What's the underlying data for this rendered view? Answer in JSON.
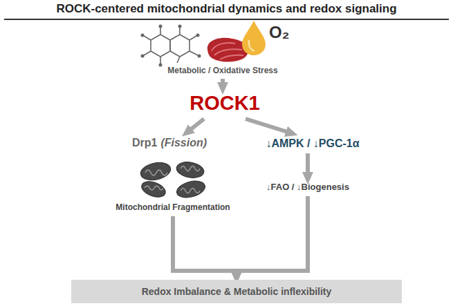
{
  "diagram": {
    "title": "ROCK-centered mitochondrial dynamics and redox signaling",
    "nodes": [
      {
        "text": [
          "Metabolic / Oxidative Stress"
        ]
      },
      {
        "text": [
          "ROCK1"
        ]
      },
      {
        "text": [
          "Drp1",
          "(Fission)"
        ]
      },
      {
        "text": [
          "Mitochondrial Fragmentation"
        ]
      },
      {
        "text": [
          "↓AMPK / ↓PGC-1α"
        ]
      },
      {
        "text": [
          "↓FAO / ↓Biogenesis"
        ]
      },
      {
        "text": [
          "Redox Imbalance & Metabolic inflexibility"
        ]
      }
    ],
    "edges": [
      {
        "from": 0,
        "to": 1,
        "arrow": "to"
      },
      {
        "from": 1,
        "to": 2,
        "arrow": "to"
      },
      {
        "from": 1,
        "to": 4,
        "arrow": "to"
      },
      {
        "from": 4,
        "to": 5,
        "arrow": "to"
      },
      {
        "from": 3,
        "to": 6,
        "arrow": "to"
      },
      {
        "from": 5,
        "to": 6,
        "arrow": "to"
      }
    ],
    "labels": [
      "O₂"
    ]
  }
}
